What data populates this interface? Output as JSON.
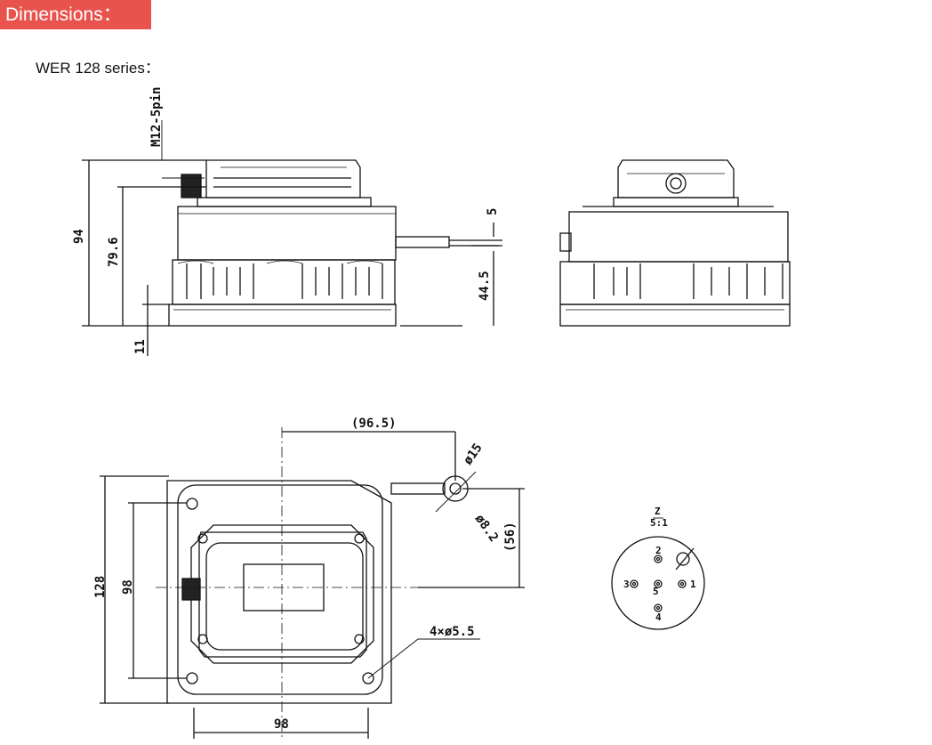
{
  "header": {
    "label": "Dimensions："
  },
  "series": {
    "title": "WER 128 series："
  },
  "colors": {
    "header_bg": "#e8534e",
    "line": "#111111"
  },
  "side_view": {
    "connector_label": "M12-5pin",
    "dims": {
      "total_height": "94",
      "body_height": "79.6",
      "base_height": "11",
      "cable_offset": "5",
      "cable_height": "44.5"
    }
  },
  "top_view": {
    "dims": {
      "cable_length": "(96.5)",
      "pulley_dia": "ø15",
      "wire_dia": "ø8.2",
      "cable_offset": "(56)",
      "outer_height": "128",
      "hole_spacing_v": "98",
      "hole_spacing_h": "98",
      "holes": "4×ø5.5"
    }
  },
  "pinout": {
    "detail_label": "Z",
    "scale": "5:1",
    "pins": [
      "1",
      "2",
      "3",
      "4",
      "5"
    ]
  }
}
